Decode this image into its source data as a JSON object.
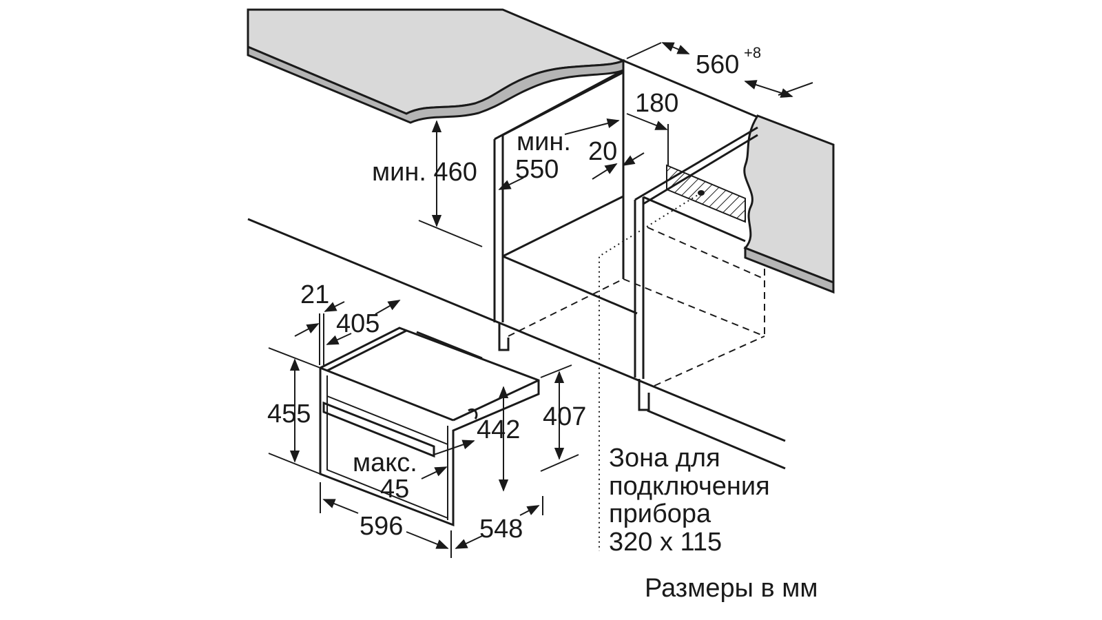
{
  "labels": {
    "width_niche": "560",
    "width_niche_tol": "+8",
    "depth_180": "180",
    "depth_20": "20",
    "min_550_a": "мин.",
    "min_550_b": "550",
    "min_460": "мин. 460",
    "d_21": "21",
    "d_405": "405",
    "d_455": "455",
    "d_442": "442",
    "d_407": "407",
    "max_a": "макс.",
    "max_b": "45",
    "d_596": "596",
    "d_548": "548",
    "zone_1": "Зона для",
    "zone_2": "подключения",
    "zone_3": "прибора",
    "zone_4": "320 x 115",
    "units": "Размеры в мм"
  }
}
